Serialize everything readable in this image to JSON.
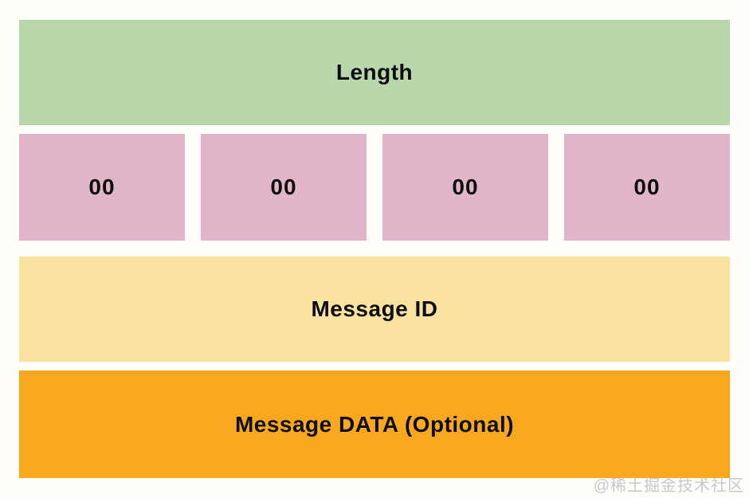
{
  "page": {
    "background": "#fffdfa"
  },
  "diagram": {
    "rows": [
      {
        "id": "length",
        "type": "full",
        "label": "Length",
        "color": "#b8d7aa"
      },
      {
        "id": "bytes",
        "type": "cells",
        "cells": [
          "00",
          "00",
          "00",
          "00"
        ],
        "color": "#e3b5c9"
      },
      {
        "id": "message_id",
        "type": "full",
        "label": "Message ID",
        "color": "#fae3a0"
      },
      {
        "id": "message_data",
        "type": "full",
        "label": "Message DATA (Optional)",
        "color": "#f8a81f"
      }
    ],
    "text_color": "#0d0d0d"
  },
  "watermark": {
    "text": "@稀土掘金技术社区",
    "color": "#c9c9c9"
  }
}
